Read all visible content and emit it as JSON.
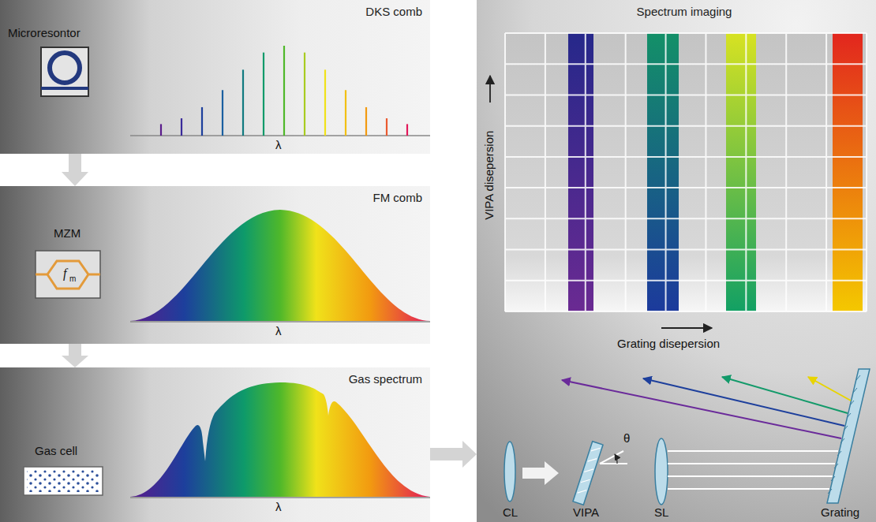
{
  "diagram": {
    "nodes": [
      {
        "text": [
          "DKS comb"
        ]
      },
      {
        "text": [
          "FM comb"
        ]
      },
      {
        "text": [
          "Gas spectrum"
        ]
      },
      {
        "text": [
          "Spectrum imaging"
        ]
      }
    ],
    "edges": [
      {
        "from": 0,
        "to": 1,
        "arrow": "to"
      },
      {
        "from": 1,
        "to": 2,
        "arrow": "to"
      },
      {
        "from": 2,
        "to": 3,
        "arrow": "to"
      }
    ],
    "labels": [
      "Microresontor",
      "λ",
      "MZM",
      "f",
      "m",
      "λ",
      "Gas cell",
      "λ",
      "VIPA disepersion",
      "Grating disepersion",
      "θ",
      "CL",
      "VIPA",
      "SL",
      "Grating"
    ]
  }
}
